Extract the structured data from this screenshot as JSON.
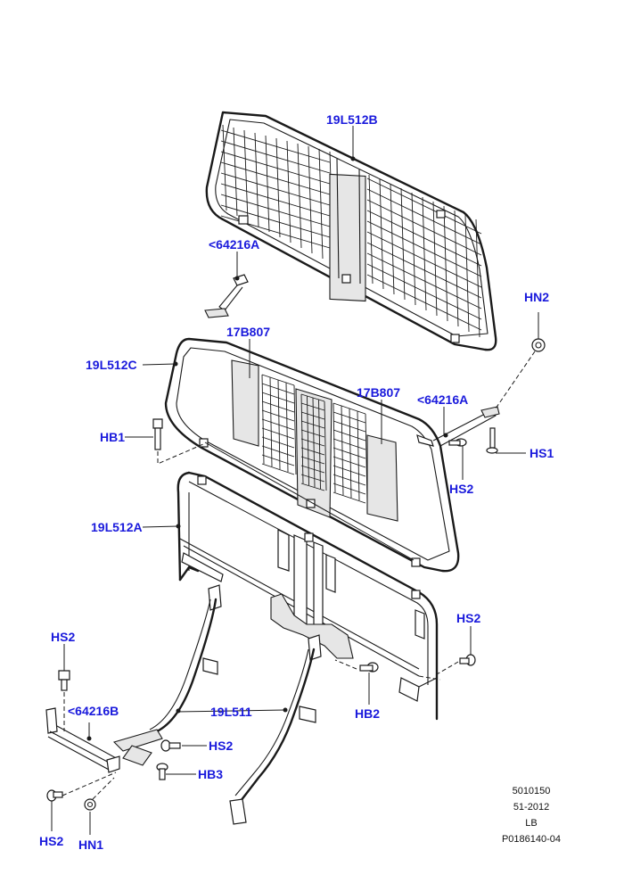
{
  "callouts": {
    "top_grille": "19L512B",
    "clip_upper": "<64216A",
    "clip_right": "<64216A",
    "clip_left_lower": "<64216B",
    "label_left": "17B807",
    "label_right": "17B807",
    "mid_frame": "19L512C",
    "base_frame": "19L512A",
    "legs": "19L511",
    "hn1": "HN1",
    "hn2": "HN2",
    "hb1": "HB1",
    "hb2": "HB2",
    "hb3": "HB3",
    "hs1": "HS1",
    "hs2_mid": "HS2",
    "hs2_right": "HS2",
    "hs2_left_top": "HS2",
    "hs2_left_lower": "HS2",
    "hs2_bottom": "HS2"
  },
  "meta": {
    "line1": "5010150",
    "line2": "51-2012",
    "line3": "LB",
    "line4": "P0186140-04"
  },
  "colors": {
    "callout": "#1a1adc",
    "line": "#1a1a1a"
  }
}
